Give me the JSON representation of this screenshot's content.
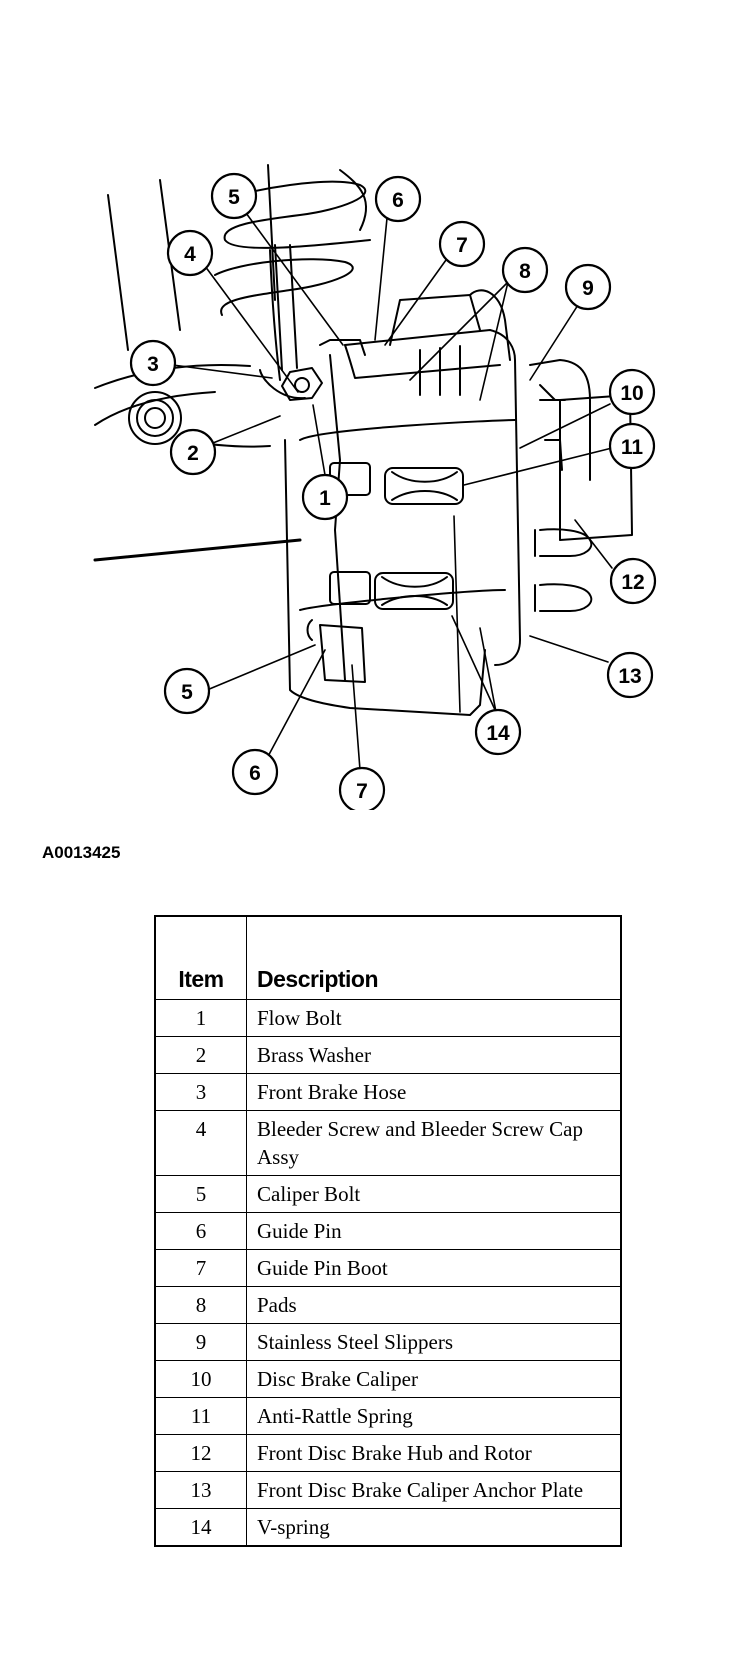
{
  "figure": {
    "code": "A0013425",
    "callouts": [
      {
        "number": "1"
      },
      {
        "number": "2"
      },
      {
        "number": "3"
      },
      {
        "number": "4"
      },
      {
        "number": "5"
      },
      {
        "number": "6"
      },
      {
        "number": "7"
      },
      {
        "number": "8"
      },
      {
        "number": "9"
      },
      {
        "number": "10"
      },
      {
        "number": "11"
      },
      {
        "number": "12"
      },
      {
        "number": "13"
      },
      {
        "number": "14"
      },
      {
        "number": "5"
      },
      {
        "number": "6"
      },
      {
        "number": "7"
      }
    ]
  },
  "table": {
    "headers": {
      "item": "Item",
      "description": "Description"
    },
    "rows": [
      {
        "item": "1",
        "description": "Flow Bolt"
      },
      {
        "item": "2",
        "description": "Brass Washer"
      },
      {
        "item": "3",
        "description": "Front Brake Hose"
      },
      {
        "item": "4",
        "description": "Bleeder Screw and Bleeder Screw Cap Assy"
      },
      {
        "item": "5",
        "description": "Caliper Bolt"
      },
      {
        "item": "6",
        "description": "Guide Pin"
      },
      {
        "item": "7",
        "description": "Guide Pin Boot"
      },
      {
        "item": "8",
        "description": "Pads"
      },
      {
        "item": "9",
        "description": "Stainless Steel Slippers"
      },
      {
        "item": "10",
        "description": "Disc Brake Caliper"
      },
      {
        "item": "11",
        "description": "Anti-Rattle Spring"
      },
      {
        "item": "12",
        "description": "Front Disc Brake Hub and Rotor"
      },
      {
        "item": "13",
        "description": "Front Disc Brake Caliper Anchor Plate"
      },
      {
        "item": "14",
        "description": "V-spring"
      }
    ]
  }
}
